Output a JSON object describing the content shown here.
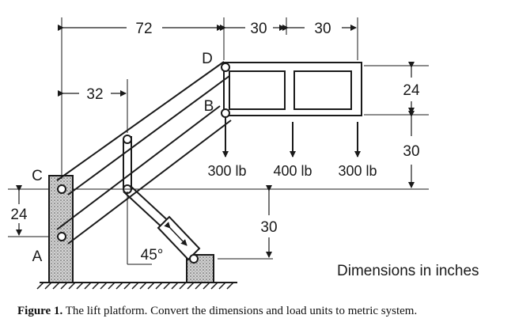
{
  "dimensions": {
    "top_c_to_d": "72",
    "top_d_to_mid": "30",
    "top_mid_to_right": "30",
    "c_to_pivot": "32",
    "platform_height": "24",
    "b_to_ground_level": "30",
    "a_to_c": "24",
    "c_level_to_ground": "30",
    "angle": "45°"
  },
  "points": {
    "a": "A",
    "b": "B",
    "c": "C",
    "d": "D"
  },
  "loads": {
    "left": "300 lb",
    "middle": "400 lb",
    "right": "300 lb"
  },
  "note": "Dimensions in inches",
  "caption": {
    "label": "Figure 1.",
    "text": " The lift platform. Convert the dimensions and load units to metric system."
  },
  "colors": {
    "line": "#1a1a1a",
    "hatch": "#b9b9b9"
  }
}
